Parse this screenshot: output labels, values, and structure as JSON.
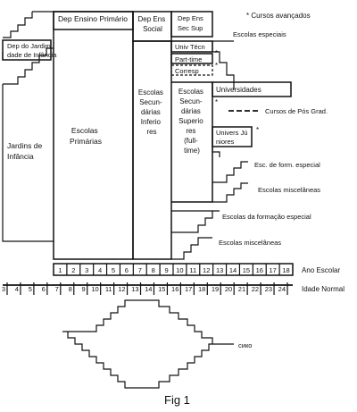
{
  "legend_note": "* Cursos avançados",
  "headers": {
    "primary_dept": "Dep Ensino Primário",
    "secondary_dept": [
      "Dep Ens",
      "Social"
    ],
    "higher_dept": [
      "Dep Ens",
      "Sec Sup"
    ]
  },
  "blocks": {
    "kindergarten_dept": [
      "Dep do Jardim",
      "dade de Infância"
    ],
    "kindergarten": [
      "Jardins de",
      "Infância"
    ],
    "primary": [
      "Escolas",
      "Primárias"
    ],
    "lower_secondary": [
      "Escolas",
      "Secun-",
      "dárias",
      "Inferio",
      "res"
    ],
    "upper_secondary": [
      "Escolas",
      "Secun-",
      "dárias",
      "Superio",
      "res",
      "(full-",
      "time)"
    ],
    "tech_univ": "Univ Técn",
    "part_time": "Part-time",
    "correspondence": "Corresp",
    "universities": "Universidades",
    "junior_college": [
      "Univers Jú",
      "niores"
    ]
  },
  "special_schools": [
    "Escolas especiais",
    "Cursos de Pós Grad.",
    "Esc. de form. especial",
    "Escolas miscelâneas",
    "Escolas da formação especial",
    "Escolas miscelâneas"
  ],
  "school_year": {
    "label": "Ano Escolar",
    "grades": [
      "1",
      "2",
      "3",
      "4",
      "5",
      "6",
      "7",
      "8",
      "9",
      "10",
      "11",
      "12",
      "13",
      "14",
      "15",
      "16",
      "17",
      "18"
    ]
  },
  "normal_age": {
    "label": "Idade Normal",
    "ages": [
      "3",
      "4",
      "5",
      "6",
      "7",
      "8",
      "9",
      "10",
      "11",
      "12",
      "13",
      "14",
      "15",
      "16",
      "17",
      "18",
      "19",
      "20",
      "21",
      "22",
      "23",
      "24"
    ]
  },
  "symbol_label": "сико",
  "caption": "Fig 1"
}
